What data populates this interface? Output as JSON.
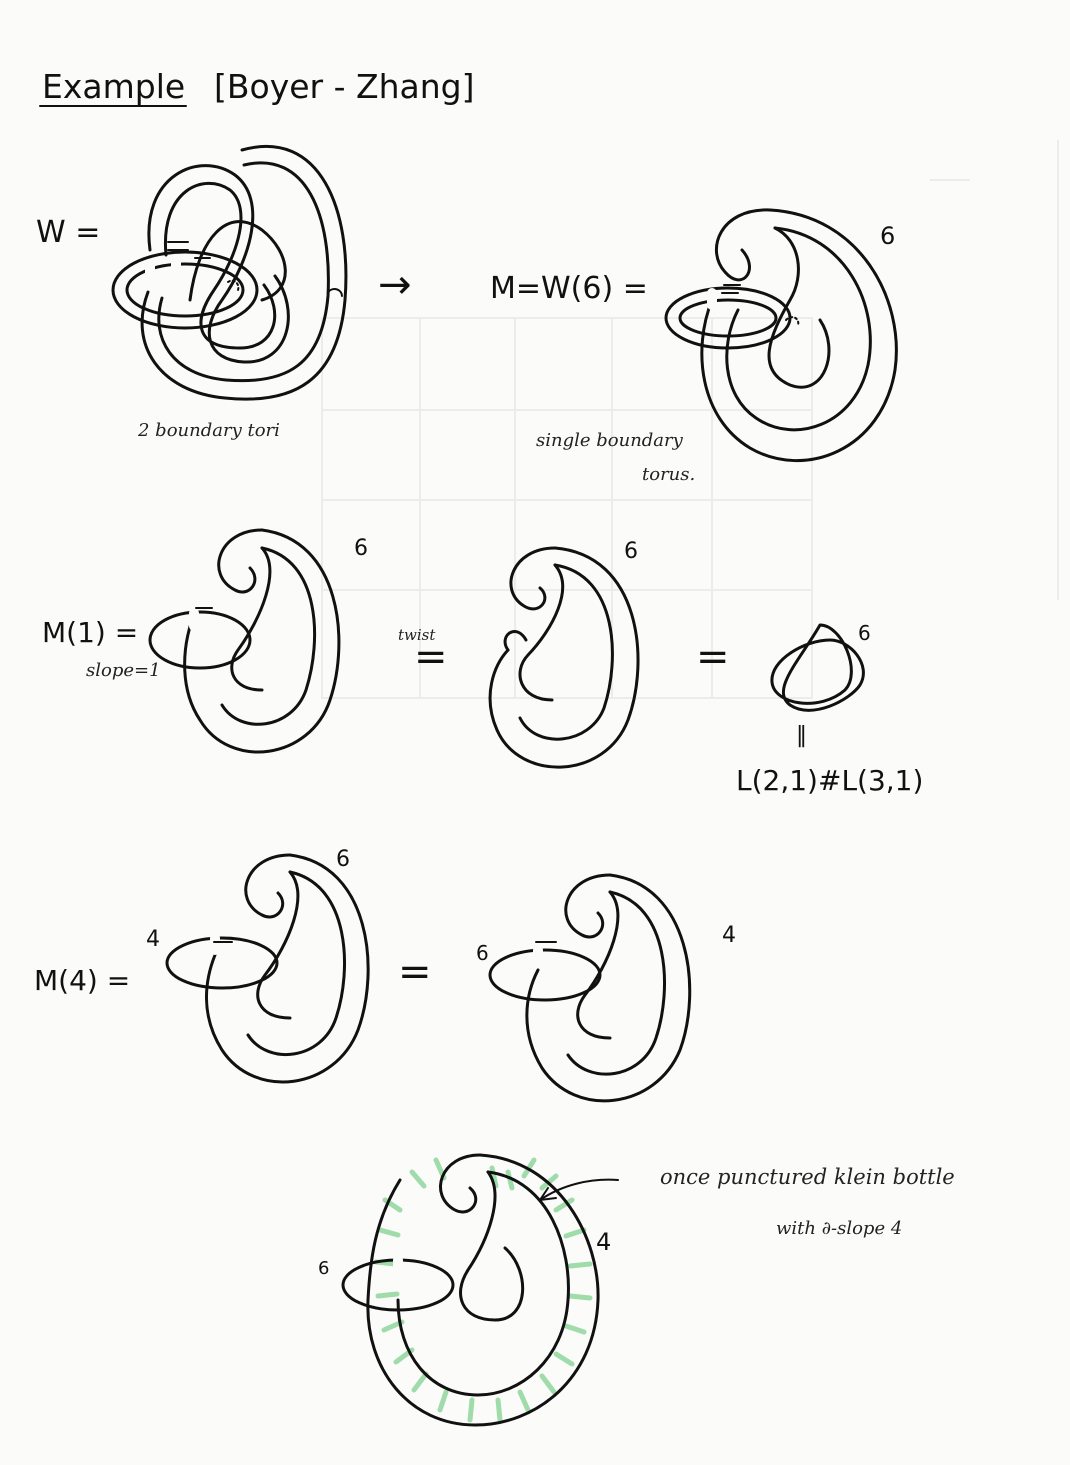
{
  "title": {
    "example": "Example",
    "citation": "[Boyer - Zhang]"
  },
  "row1": {
    "w_label": "W =",
    "arrow": "→",
    "m_label": "M=W(6) =",
    "w_note": "2 boundary tori",
    "m_note_1": "single boundary",
    "m_note_2": "torus.",
    "slope": "6"
  },
  "row2": {
    "m1_label": "M(1) =",
    "slope_note": "slope=1",
    "twist_note": "twist",
    "eq1": "=",
    "eq2": "=",
    "slope_a": "6",
    "slope_b": "6",
    "slope_c": "6",
    "vert_eq": "‖",
    "result": "L(2,1)#L(3,1)"
  },
  "row3": {
    "m4_label": "M(4) =",
    "eq": "=",
    "left_ring": "4",
    "left_top": "6",
    "right_ring": "6",
    "right_top": "4"
  },
  "row4": {
    "ring": "6",
    "side": "4",
    "note_1": "once punctured  klein bottle",
    "note_2": "with  ∂-slope 4"
  },
  "colors": {
    "ink": "#111111",
    "hatch": "#9fdcaa",
    "paper": "#fbfbfa"
  }
}
